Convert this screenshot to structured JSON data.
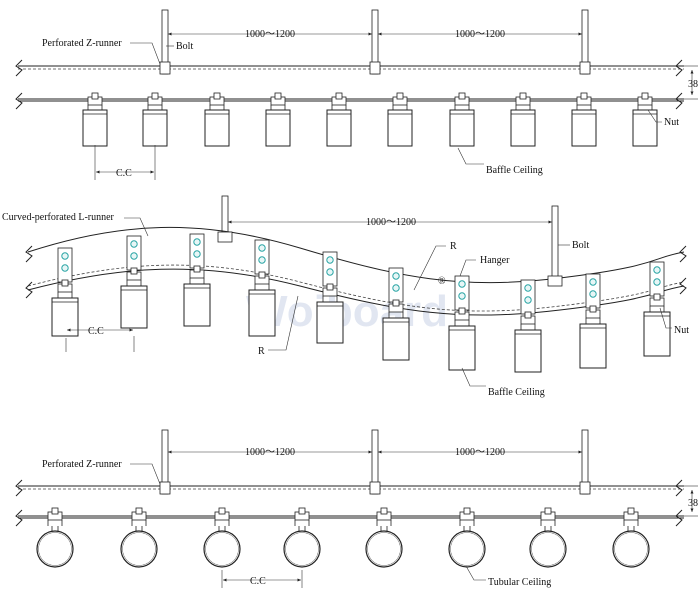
{
  "watermark": "Woiboard",
  "watermark_mark": "®",
  "section1": {
    "runner": "Perforated Z-runner",
    "bolt": "Bolt",
    "span1": "1000～1200",
    "span2": "1000～1200",
    "height": "38",
    "nut": "Nut",
    "cc": "C.C",
    "ceiling": "Baffle Ceiling"
  },
  "section2": {
    "runner": "Curved-perforated L-runner",
    "span": "1000～1200",
    "bolt": "Bolt",
    "radius_top": "R",
    "hanger": "Hanger",
    "nut": "Nut",
    "cc": "C.C",
    "radius_bottom": "R",
    "ceiling": "Baffle Ceiling"
  },
  "section3": {
    "runner": "Perforated Z-runner",
    "span1": "1000～1200",
    "span2": "1000～1200",
    "height": "38",
    "cc": "C.C",
    "ceiling": "Tubular Ceiling"
  }
}
